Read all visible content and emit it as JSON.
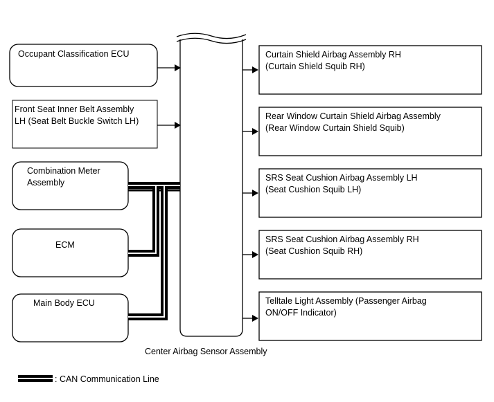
{
  "diagram": {
    "center_label": "Center Airbag Sensor Assembly",
    "left_nodes": [
      {
        "id": "occupant-classification-ecu",
        "lines": [
          "Occupant Classification ECU"
        ]
      },
      {
        "id": "front-seat-inner-belt-assembly",
        "lines": [
          "Front Seat Inner Belt Assembly",
          "LH (Seat Belt Buckle Switch LH)"
        ]
      },
      {
        "id": "combination-meter-assembly",
        "lines": [
          "Combination Meter",
          "Assembly"
        ]
      },
      {
        "id": "ecm",
        "lines": [
          "ECM"
        ]
      },
      {
        "id": "main-body-ecu",
        "lines": [
          "Main Body ECU"
        ]
      }
    ],
    "right_nodes": [
      {
        "id": "curtain-shield-airbag-rh",
        "lines": [
          "Curtain Shield Airbag Assembly RH",
          "(Curtain Shield Squib RH)"
        ]
      },
      {
        "id": "rear-window-curtain-shield-airbag",
        "lines": [
          "Rear Window Curtain Shield Airbag Assembly",
          "(Rear Window Curtain Shield Squib)"
        ]
      },
      {
        "id": "srs-seat-cushion-airbag-lh",
        "lines": [
          "SRS Seat Cushion Airbag Assembly LH",
          "(Seat Cushion Squib LH)"
        ]
      },
      {
        "id": "srs-seat-cushion-airbag-rh",
        "lines": [
          "SRS Seat Cushion Airbag Assembly RH",
          "(Seat Cushion Squib RH)"
        ]
      },
      {
        "id": "telltale-light-assembly",
        "lines": [
          "Telltale Light Assembly (Passenger Airbag",
          "ON/OFF Indicator)"
        ]
      }
    ],
    "legend": {
      "label": ": CAN Communication Line"
    }
  }
}
